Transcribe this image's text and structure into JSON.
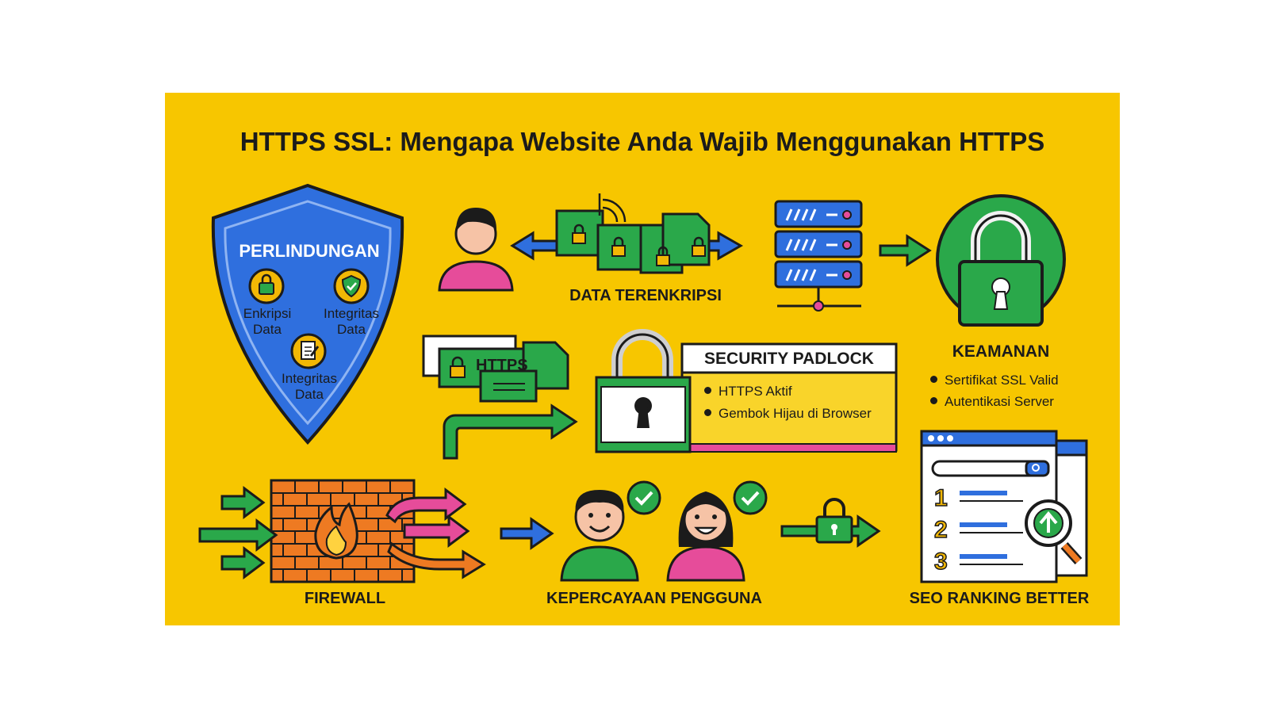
{
  "title": "HTTPS SSL: Mengapa Website Anda Wajib Menggunakan HTTPS",
  "shield": {
    "heading": "PERLINDUNGAN",
    "items": [
      {
        "line1": "Enkripsi",
        "line2": "Data",
        "icon": "padlock-icon"
      },
      {
        "line1": "Integritas",
        "line2": "Data",
        "icon": "shield-check-icon"
      },
      {
        "line1": "Integritas",
        "line2": "Data",
        "icon": "document-edit-icon"
      }
    ]
  },
  "encrypted": {
    "label": "DATA TERENKRIPSI"
  },
  "https_doc": {
    "text": "HTTPS"
  },
  "padlock_card": {
    "title": "SECURITY PADLOCK",
    "bullets": [
      "HTTPS Aktif",
      "Gembok Hijau di Browser"
    ]
  },
  "security": {
    "label": "KEAMANAN",
    "bullets": [
      "Sertifikat SSL Valid",
      "Autentikasi Server"
    ]
  },
  "firewall": {
    "label": "FIREWALL"
  },
  "trust": {
    "label": "KEPERCAYAAN PENGGUNA"
  },
  "seo": {
    "label": "SEO RANKING BETTER",
    "ranks": [
      "1",
      "2",
      "3"
    ]
  },
  "colors": {
    "background": "#f7c600",
    "blue": "#2f6fde",
    "green": "#2aa84a",
    "pink": "#e64c9a",
    "orange": "#ee7a22",
    "outline": "#1b1b1b"
  }
}
